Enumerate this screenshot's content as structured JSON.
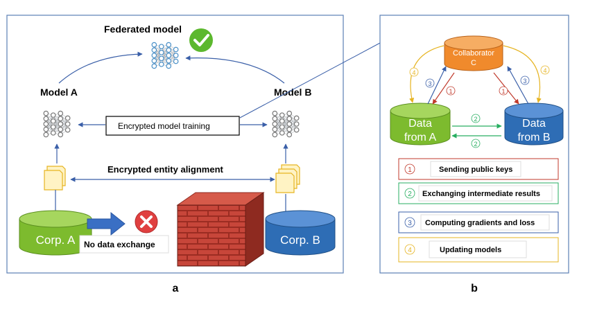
{
  "panel_a": {
    "caption": "a",
    "federated_model_title": "Federated model",
    "model_a_label": "Model A",
    "model_b_label": "Model B",
    "encrypted_training_label": "Encrypted model training",
    "entity_alignment_label": "Encrypted entity alignment",
    "corp_a_label": "Corp. A",
    "corp_b_label": "Corp. B",
    "no_exchange_label": "No data exchange"
  },
  "panel_b": {
    "caption": "b",
    "collaborator_line1": "Collaborator",
    "collaborator_line2": "C",
    "data_a_line1": "Data",
    "data_a_line2": "from A",
    "data_b_line1": "Data",
    "data_b_line2": "from B",
    "steps": [
      {
        "num": "1",
        "label": "Sending public keys",
        "color": "#c0392b"
      },
      {
        "num": "2",
        "label": "Exchanging  intermediate results",
        "color": "#27ae60"
      },
      {
        "num": "3",
        "label": "Computing gradients and loss",
        "color": "#3a5fa8"
      },
      {
        "num": "4",
        "label": "Updating models",
        "color": "#e6b422"
      }
    ]
  },
  "colors": {
    "frame": "#5b7fb5",
    "green_cyl": "#7dbb2e",
    "blue_cyl": "#2e6db5",
    "orange_cyl": "#f08a2c",
    "check_green": "#5cb82e",
    "x_red": "#e04040",
    "brick": "#c0392b"
  }
}
